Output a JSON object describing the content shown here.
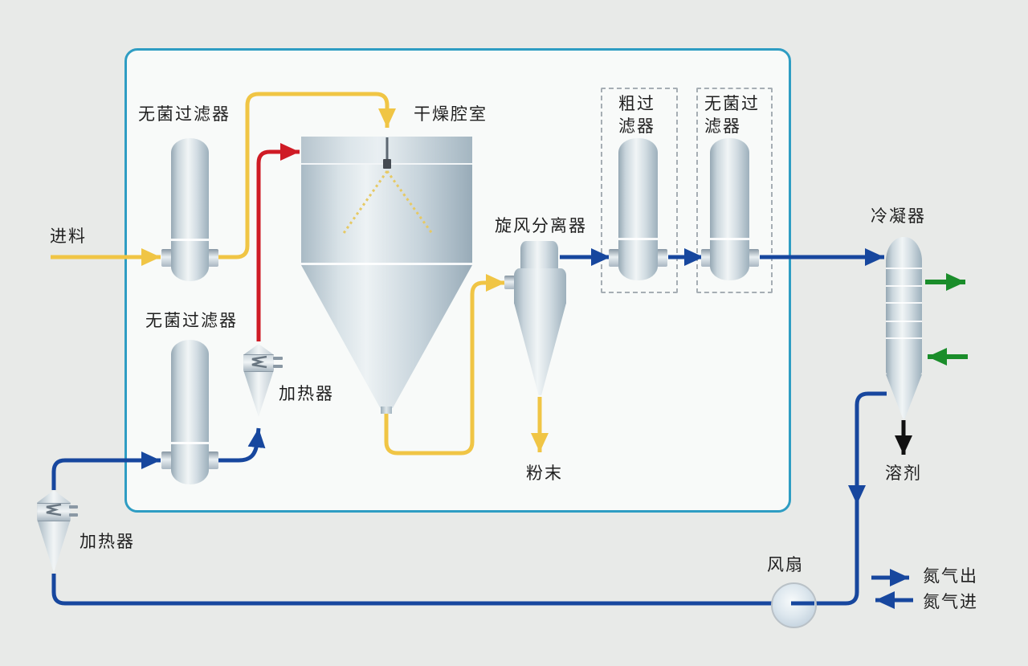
{
  "diagram": {
    "title_hint": "spray-drying closed-loop process flow",
    "labels": {
      "feed": "进料",
      "sterile_filter_top": "无菌过滤器",
      "sterile_filter_bottom": "无菌过滤器",
      "drying_chamber": "干燥腔室",
      "heater_inner": "加热器",
      "heater_outer": "加热器",
      "cyclone": "旋风分离器",
      "coarse_filter": "粗过\n滤器",
      "sterile_filter_right": "无菌过\n滤器",
      "condenser": "冷凝器",
      "powder": "粉末",
      "solvent": "溶剂",
      "fan": "风扇",
      "nitrogen_out": "氮气出",
      "nitrogen_in": "氮气进"
    },
    "colors": {
      "background": "#e8eae8",
      "box_fill": "#f8faf9",
      "box_border": "#2e9dc3",
      "pipe_yellow": "#f0c545",
      "pipe_red": "#cf1b25",
      "pipe_blue": "#17479e",
      "pipe_green": "#1a8d2a",
      "pipe_black": "#111111",
      "spray_yellow": "#e6c964",
      "label_text": "#1f1f1f"
    }
  }
}
